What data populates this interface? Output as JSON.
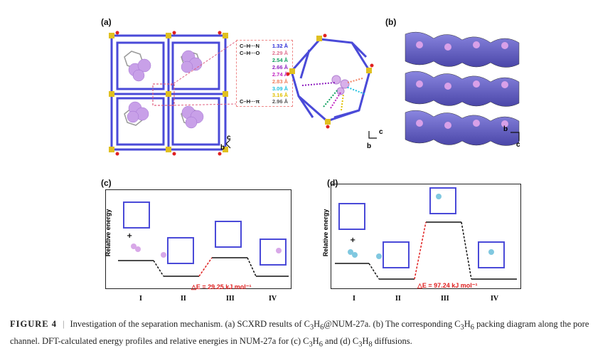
{
  "panels": {
    "a": "(a)",
    "b": "(b)",
    "c": "(c)",
    "d": "(d)"
  },
  "legend": [
    {
      "key": "C–H···N",
      "value": "1.32 Å",
      "color": "#2b2bd6"
    },
    {
      "key": "C–H···O",
      "value": "2.29 Å",
      "color": "#e07090"
    },
    {
      "key": "",
      "value": "2.54 Å",
      "color": "#10a060"
    },
    {
      "key": "",
      "value": "2.66 Å",
      "color": "#9020c0"
    },
    {
      "key": "",
      "value": "2.74 Å",
      "color": "#c020c0"
    },
    {
      "key": "",
      "value": "2.83 Å",
      "color": "#f08060"
    },
    {
      "key": "",
      "value": "3.09 Å",
      "color": "#20c0e0"
    },
    {
      "key": "",
      "value": "3.16 Å",
      "color": "#e0c000"
    },
    {
      "key": "C–H···π",
      "value": "2.96 Å",
      "color": "#555555"
    }
  ],
  "axes_a": {
    "c": "c",
    "b": "b"
  },
  "axes_a2": {
    "c": "c",
    "b": "b"
  },
  "axes_b": {
    "b": "b",
    "c": "c"
  },
  "panel_c": {
    "ylabel": "Relative energy",
    "plus": "+",
    "delta": "△E = 29.25 kJ mol⁻¹",
    "stages": [
      "I",
      "II",
      "III",
      "IV"
    ]
  },
  "panel_d": {
    "ylabel": "Relative energy",
    "plus": "+",
    "delta": "△E = 97.24 kJ mol⁻¹",
    "stages": [
      "I",
      "II",
      "III",
      "IV"
    ]
  },
  "caption": {
    "figure": "FIGURE 4",
    "separator": "|",
    "text1": "Investigation of the separation mechanism. (a) SCXRD results of C",
    "s1": "3",
    "text2": "H",
    "s2": "6",
    "text3": "@NUM-27a. (b) The corresponding C",
    "s3": "3",
    "text4": "H",
    "s4": "6",
    "text5": " packing diagram along the pore channel. DFT-calculated energy profiles and relative energies in NUM-27a for (c) C",
    "s5": "3",
    "text6": "H",
    "s6": "6",
    "text7": " and (d) C",
    "s7": "3",
    "text8": "H",
    "s8": "8",
    "text9": " diffusions."
  }
}
